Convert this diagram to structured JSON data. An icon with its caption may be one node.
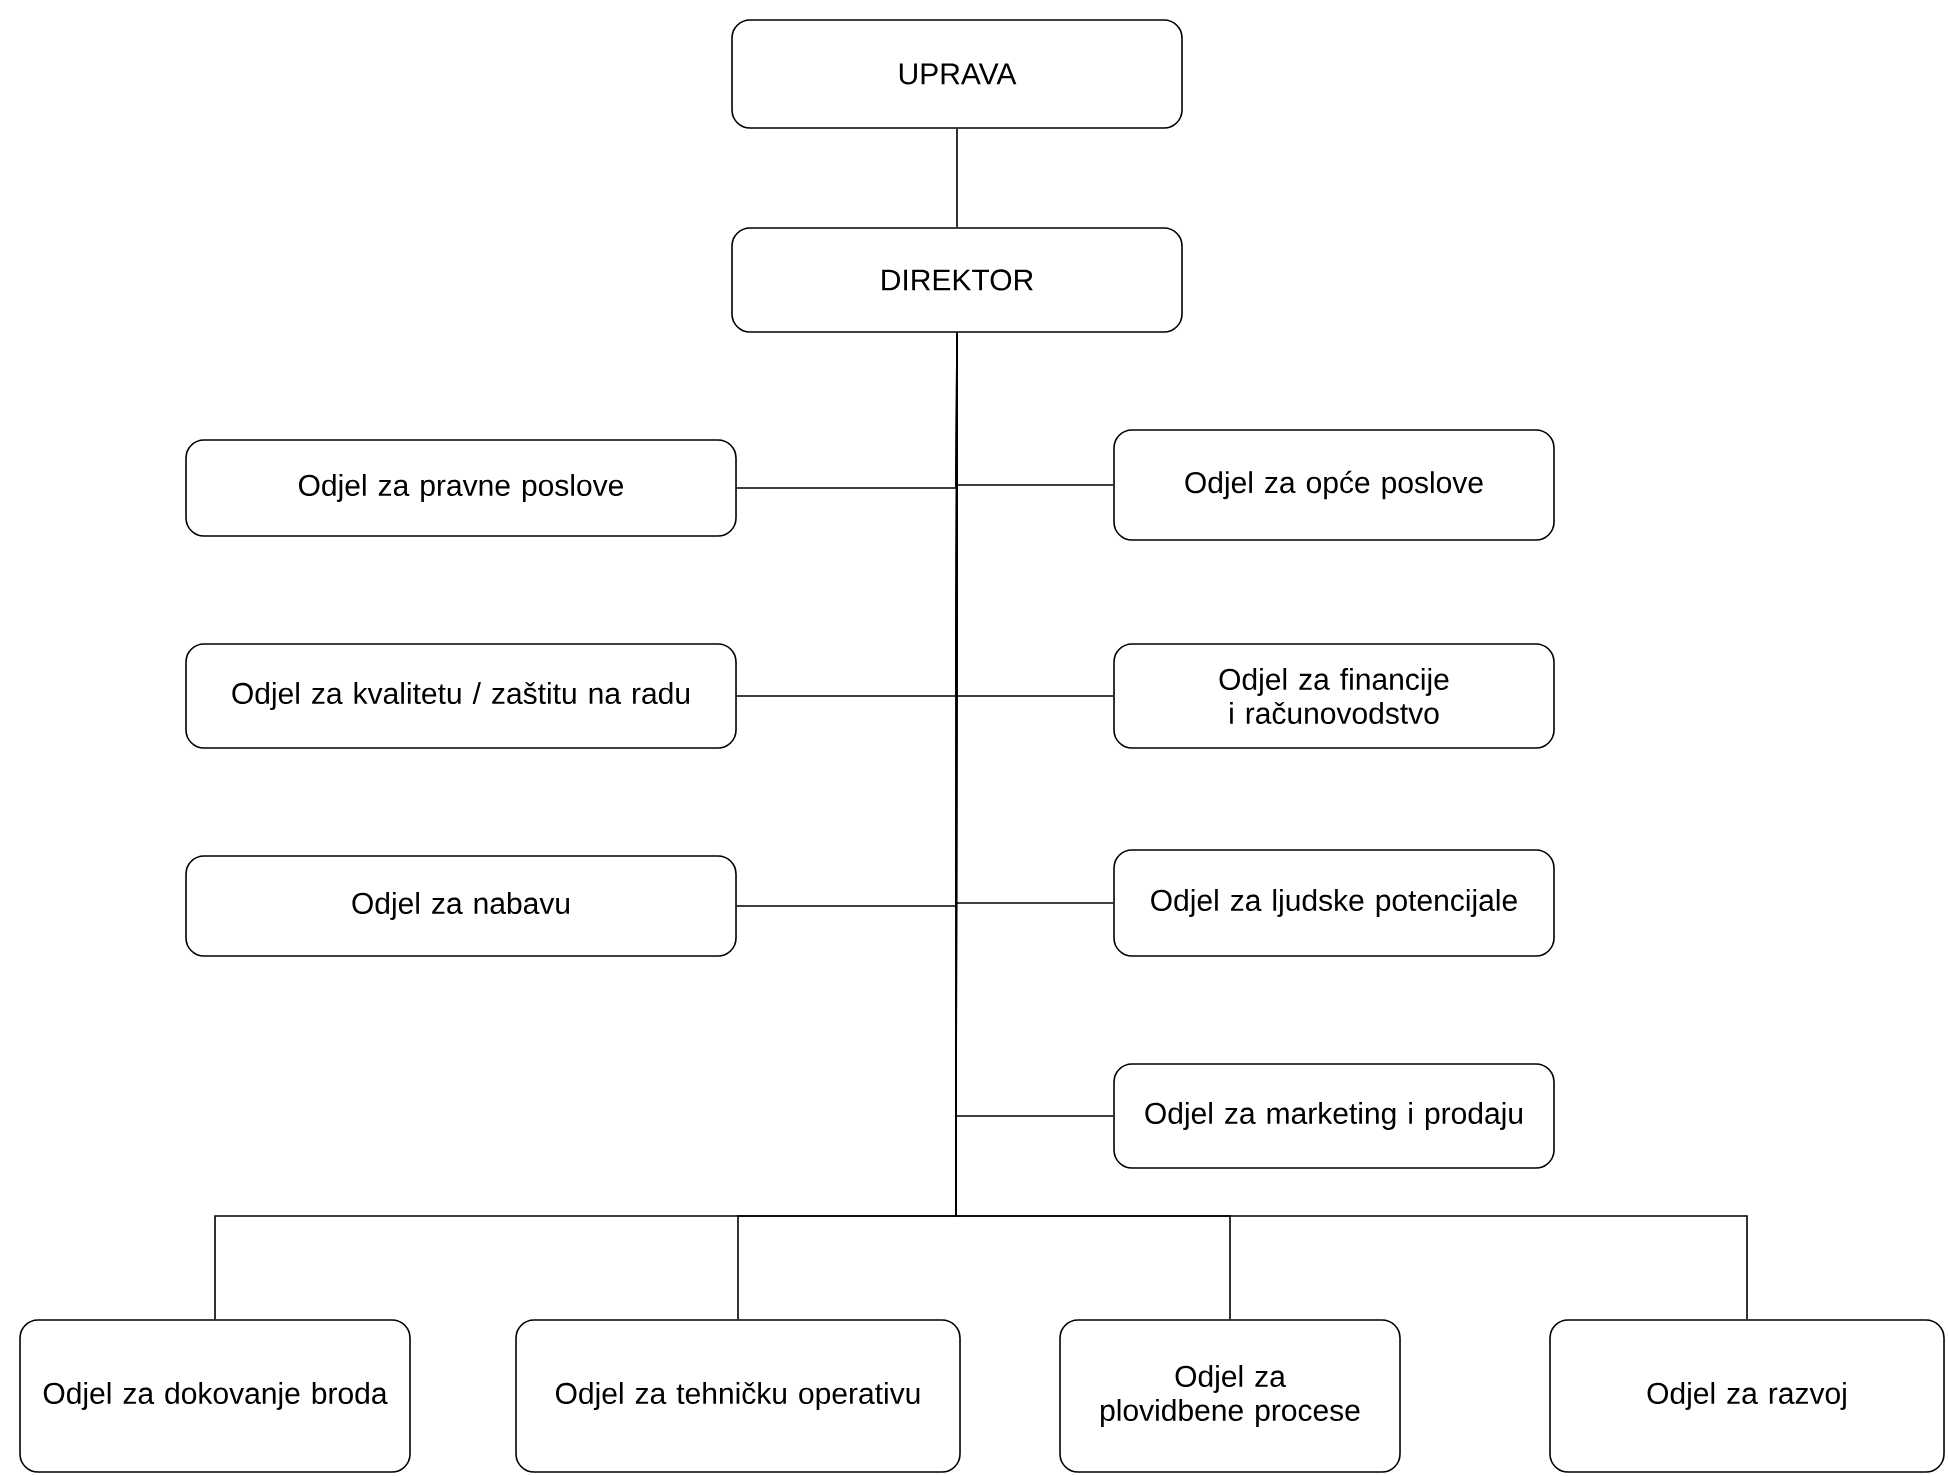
{
  "diagram": {
    "nodes": [
      {
        "text": [
          "UPRAVA"
        ]
      },
      {
        "text": [
          "DIREKTOR"
        ]
      },
      {
        "text": [
          "Odjel za pravne poslove"
        ]
      },
      {
        "text": [
          "Odjel za opće poslove"
        ]
      },
      {
        "text": [
          "Odjel za kvalitetu / zaštitu na radu"
        ]
      },
      {
        "text": [
          "Odjel za financije i računovodstvo"
        ]
      },
      {
        "text": [
          "Odjel za nabavu"
        ]
      },
      {
        "text": [
          "Odjel za ljudske potencijale"
        ]
      },
      {
        "text": [
          "Odjel za marketing i prodaju"
        ]
      },
      {
        "text": [
          "Odjel za dokovanje broda"
        ]
      },
      {
        "text": [
          "Odjel za tehničku operativu"
        ]
      },
      {
        "text": [
          "Odjel za plovidbene procese"
        ]
      },
      {
        "text": [
          "Odjel za razvoj"
        ]
      }
    ],
    "edges": [
      {
        "from": 0,
        "to": 1,
        "arrow": "none"
      },
      {
        "from": 1,
        "to": 2,
        "arrow": "none"
      },
      {
        "from": 1,
        "to": 3,
        "arrow": "none"
      },
      {
        "from": 1,
        "to": 4,
        "arrow": "none"
      },
      {
        "from": 1,
        "to": 5,
        "arrow": "none"
      },
      {
        "from": 1,
        "to": 6,
        "arrow": "none"
      },
      {
        "from": 1,
        "to": 7,
        "arrow": "none"
      },
      {
        "from": 1,
        "to": 8,
        "arrow": "none"
      },
      {
        "from": 1,
        "to": 9,
        "arrow": "none"
      },
      {
        "from": 1,
        "to": 10,
        "arrow": "none"
      },
      {
        "from": 1,
        "to": 11,
        "arrow": "none"
      },
      {
        "from": 1,
        "to": 12,
        "arrow": "none"
      }
    ]
  }
}
